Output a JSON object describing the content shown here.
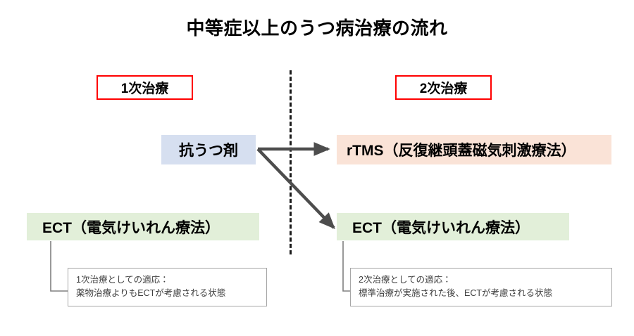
{
  "slide": {
    "title": "中等症以上のうつ病治療の流れ",
    "background": "#ffffff"
  },
  "phases": [
    {
      "id": "primary",
      "label": "1次治療",
      "border_color": "#ff0000"
    },
    {
      "id": "secondary",
      "label": "2次治療",
      "border_color": "#ff0000"
    }
  ],
  "divider": {
    "style": "dashed",
    "color": "#1a1a1a"
  },
  "boxes": {
    "antidepressant": {
      "label": "抗うつ剤",
      "fill": "#d6dff0"
    },
    "rtms": {
      "label": "rTMS（反復継頭蓋磁気刺激療法）",
      "fill": "#fae3d7"
    },
    "ect_primary": {
      "label": "ECT（電気けいれん療法）",
      "fill": "#e2efd9"
    },
    "ect_secondary": {
      "label": "ECT（電気けいれん療法）",
      "fill": "#e2efd9"
    }
  },
  "arrows": {
    "color": "#4d4d4d",
    "to_rtms": {
      "from": "抗うつ剤",
      "to": "rTMS（反復継頭蓋磁気刺激療法）"
    },
    "to_ect": {
      "from": "抗うつ剤",
      "to": "ECT（電気けいれん療法）"
    }
  },
  "notes": {
    "primary": {
      "line1": "1次治療としての適応：",
      "line2": "薬物治療よりもECTが考慮される状態"
    },
    "secondary": {
      "line1": "2次治療としての適応：",
      "line2": "標準治療が実施された後、ECTが考慮される状態"
    },
    "leader_color": "#808080",
    "border_color": "#a6a6a6"
  }
}
